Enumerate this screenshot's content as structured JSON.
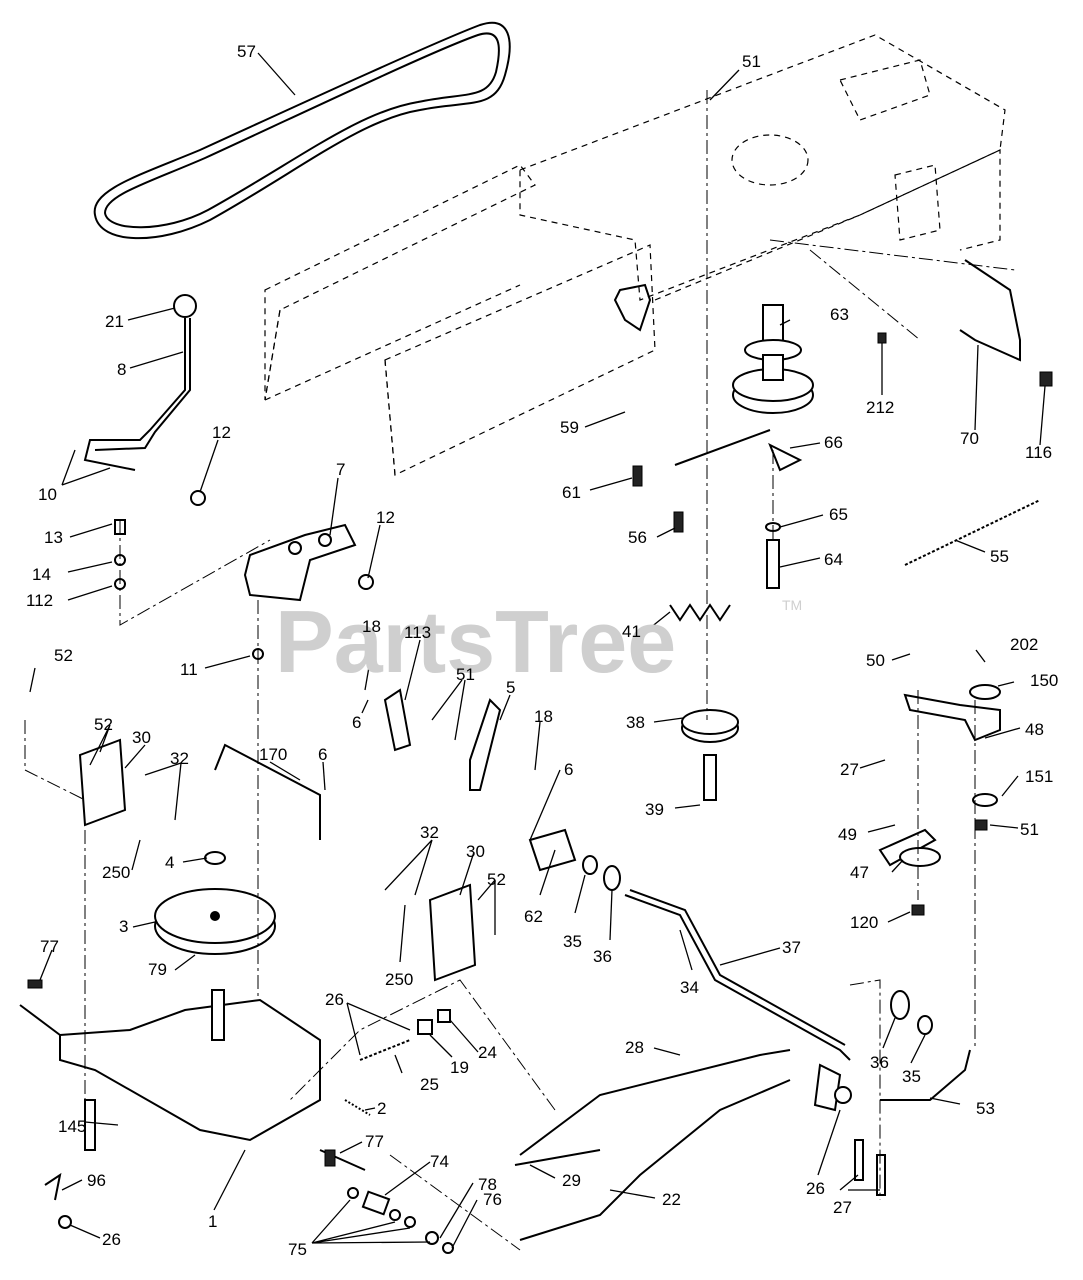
{
  "watermark": "PartsTree",
  "trademark": "TM",
  "labels": [
    {
      "id": "57",
      "text": "57"
    },
    {
      "id": "51a",
      "text": "51"
    },
    {
      "id": "21",
      "text": "21"
    },
    {
      "id": "8",
      "text": "8"
    },
    {
      "id": "63",
      "text": "63"
    },
    {
      "id": "12a",
      "text": "12"
    },
    {
      "id": "7",
      "text": "7"
    },
    {
      "id": "59",
      "text": "59"
    },
    {
      "id": "212",
      "text": "212"
    },
    {
      "id": "70",
      "text": "70"
    },
    {
      "id": "116",
      "text": "116"
    },
    {
      "id": "66",
      "text": "66"
    },
    {
      "id": "10",
      "text": "10"
    },
    {
      "id": "12b",
      "text": "12"
    },
    {
      "id": "61",
      "text": "61"
    },
    {
      "id": "13",
      "text": "13"
    },
    {
      "id": "56",
      "text": "56"
    },
    {
      "id": "65",
      "text": "65"
    },
    {
      "id": "14",
      "text": "14"
    },
    {
      "id": "64",
      "text": "64"
    },
    {
      "id": "55",
      "text": "55"
    },
    {
      "id": "112",
      "text": "112"
    },
    {
      "id": "41",
      "text": "41"
    },
    {
      "id": "18a",
      "text": "18"
    },
    {
      "id": "113",
      "text": "113"
    },
    {
      "id": "52a",
      "text": "52"
    },
    {
      "id": "11",
      "text": "11"
    },
    {
      "id": "51b",
      "text": "51"
    },
    {
      "id": "5",
      "text": "5"
    },
    {
      "id": "50",
      "text": "50"
    },
    {
      "id": "202",
      "text": "202"
    },
    {
      "id": "150",
      "text": "150"
    },
    {
      "id": "52b",
      "text": "52"
    },
    {
      "id": "30a",
      "text": "30"
    },
    {
      "id": "32a",
      "text": "32"
    },
    {
      "id": "170",
      "text": "170"
    },
    {
      "id": "6a",
      "text": "6"
    },
    {
      "id": "6b",
      "text": "6"
    },
    {
      "id": "18b",
      "text": "18"
    },
    {
      "id": "38",
      "text": "38"
    },
    {
      "id": "48",
      "text": "48"
    },
    {
      "id": "6c",
      "text": "6"
    },
    {
      "id": "39",
      "text": "39"
    },
    {
      "id": "27a",
      "text": "27"
    },
    {
      "id": "151",
      "text": "151"
    },
    {
      "id": "51c",
      "text": "51"
    },
    {
      "id": "32b",
      "text": "32"
    },
    {
      "id": "30b",
      "text": "30"
    },
    {
      "id": "49",
      "text": "49"
    },
    {
      "id": "4",
      "text": "4"
    },
    {
      "id": "250a",
      "text": "250"
    },
    {
      "id": "47",
      "text": "47"
    },
    {
      "id": "52c",
      "text": "52"
    },
    {
      "id": "62",
      "text": "62"
    },
    {
      "id": "35a",
      "text": "35"
    },
    {
      "id": "120",
      "text": "120"
    },
    {
      "id": "3",
      "text": "3"
    },
    {
      "id": "36a",
      "text": "36"
    },
    {
      "id": "250b",
      "text": "250"
    },
    {
      "id": "37",
      "text": "37"
    },
    {
      "id": "77a",
      "text": "77"
    },
    {
      "id": "34",
      "text": "34"
    },
    {
      "id": "79",
      "text": "79"
    },
    {
      "id": "26a",
      "text": "26"
    },
    {
      "id": "24",
      "text": "24"
    },
    {
      "id": "28",
      "text": "28"
    },
    {
      "id": "19",
      "text": "19"
    },
    {
      "id": "36b",
      "text": "36"
    },
    {
      "id": "25",
      "text": "25"
    },
    {
      "id": "35b",
      "text": "35"
    },
    {
      "id": "53",
      "text": "53"
    },
    {
      "id": "2",
      "text": "2"
    },
    {
      "id": "145",
      "text": "145"
    },
    {
      "id": "77b",
      "text": "77"
    },
    {
      "id": "29",
      "text": "29"
    },
    {
      "id": "96",
      "text": "96"
    },
    {
      "id": "74",
      "text": "74"
    },
    {
      "id": "26b",
      "text": "26"
    },
    {
      "id": "22",
      "text": "22"
    },
    {
      "id": "1",
      "text": "1"
    },
    {
      "id": "78",
      "text": "78"
    },
    {
      "id": "27b",
      "text": "27"
    },
    {
      "id": "26c",
      "text": "26"
    },
    {
      "id": "76",
      "text": "76"
    },
    {
      "id": "75",
      "text": "75"
    }
  ]
}
